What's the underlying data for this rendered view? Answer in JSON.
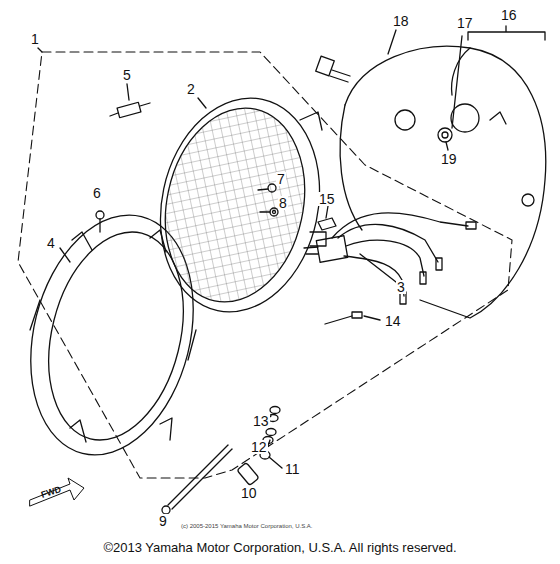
{
  "diagram": {
    "caption": "©2013 Yamaha Motor Corporation, U.S.A. All rights reserved.",
    "labels": [
      "1",
      "2",
      "3",
      "4",
      "5",
      "6",
      "7",
      "8",
      "9",
      "10",
      "11",
      "12",
      "13",
      "14",
      "15",
      "16",
      "17",
      "18",
      "19",
      "FWD",
      "(c) 2005-2015 Yamaha Motor Corporation, U.S.A."
    ]
  }
}
